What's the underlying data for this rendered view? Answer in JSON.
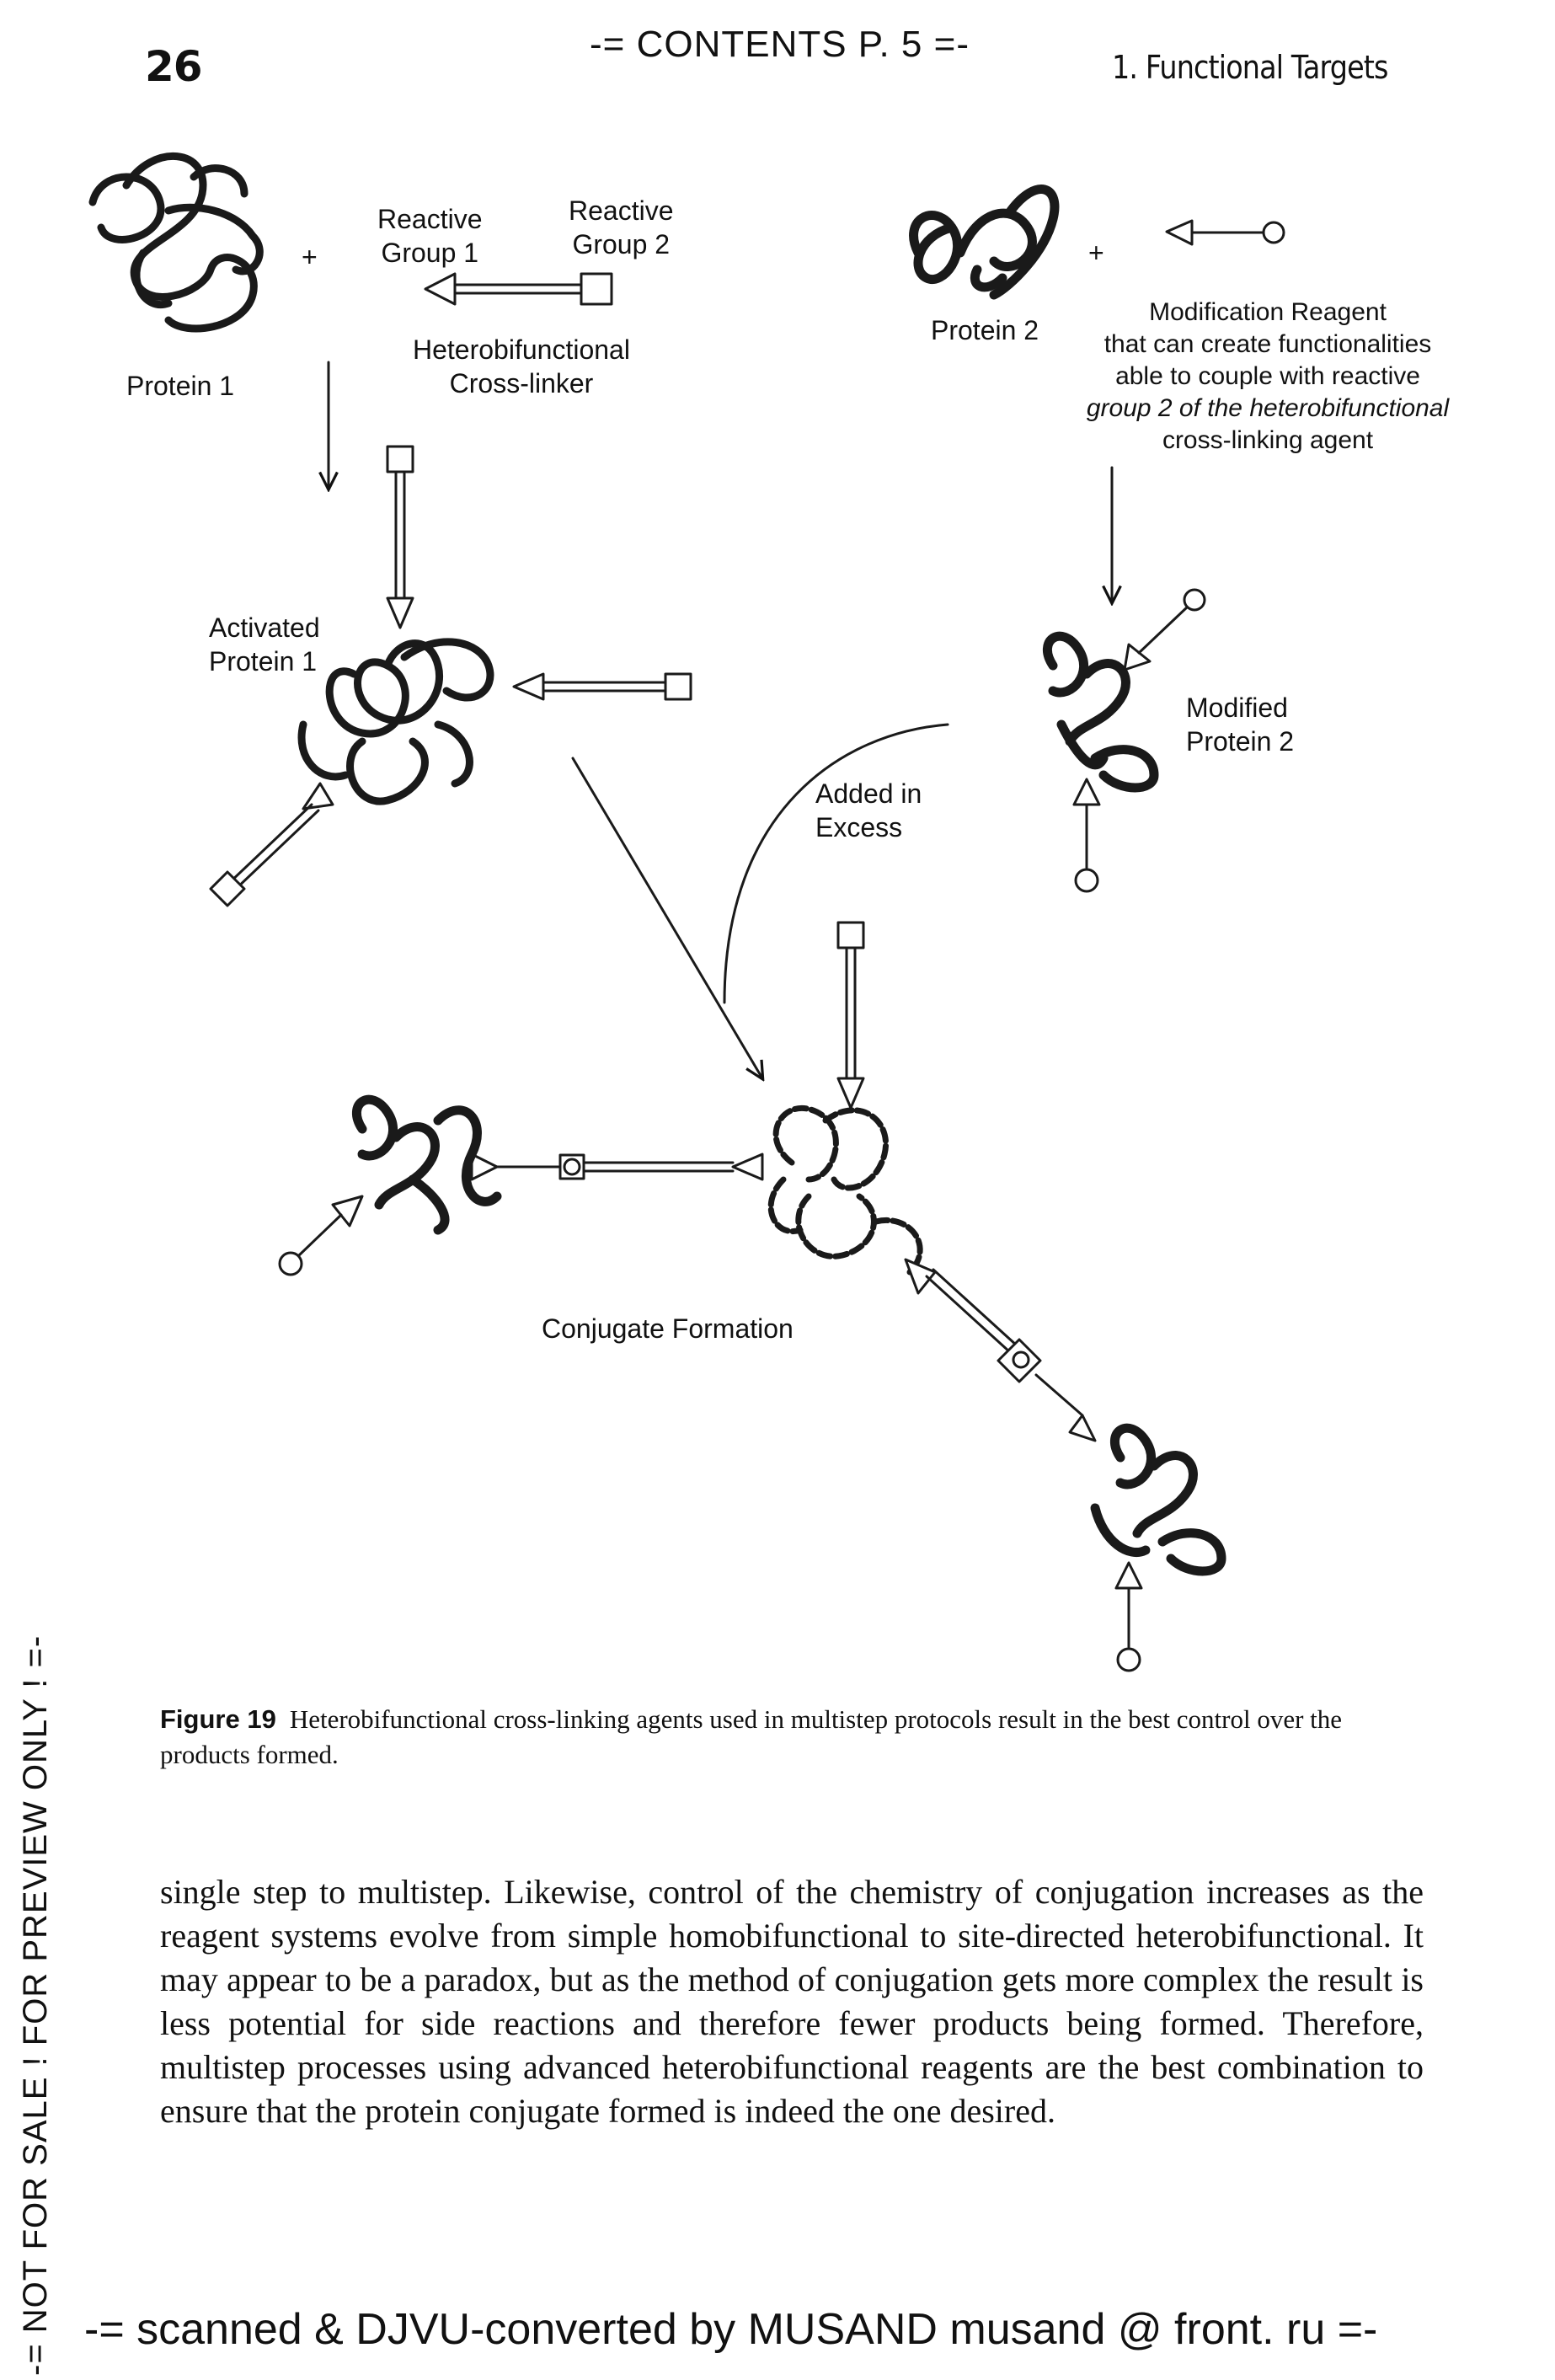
{
  "header": {
    "page_number": "26",
    "center": "-= CONTENTS P. 5 =-",
    "running_head": "1. Functional Targets"
  },
  "figure": {
    "labels": {
      "protein1": "Protein 1",
      "plus_left": "+",
      "reactive_group1": [
        "Reactive",
        "Group 1"
      ],
      "reactive_group2": [
        "Reactive",
        "Group 2"
      ],
      "crosslinker": [
        "Heterobifunctional",
        "Cross-linker"
      ],
      "protein2": "Protein 2",
      "plus_right": "+",
      "modification_reagent": [
        "Modification Reagent",
        "that can create functionalities",
        "able to couple with reactive",
        "group 2 of the heterobifunctional",
        "cross-linking agent"
      ],
      "activated_protein1": [
        "Activated",
        "Protein 1"
      ],
      "modified_protein2": [
        "Modified",
        "Protein 2"
      ],
      "added_in_excess": [
        "Added in",
        "Excess"
      ],
      "conjugate_formation": "Conjugate Formation"
    }
  },
  "caption": {
    "label": "Figure 19",
    "text": "Heterobifunctional cross-linking agents used in multistep protocols result in the best control over the products formed."
  },
  "body": {
    "paragraph": "single step to multistep. Likewise, control of the chemistry of conjugation increases as the reagent systems evolve from simple homobifunctional to site-directed heterobifunctional. It may appear to be a paradox, but as the method of conjugation gets more complex the result is less potential for side reactions and therefore fewer products being formed. Therefore, multistep processes using advanced heterobifunctional reagents are the best combination to ensure that the protein conjugate formed is indeed the one desired."
  },
  "watermarks": {
    "side": "-= NOT FOR SALE ! FOR PREVIEW ONLY ! =-",
    "footer": "-= scanned & DJVU-converted by MUSAND musand @ front. ru =-"
  }
}
